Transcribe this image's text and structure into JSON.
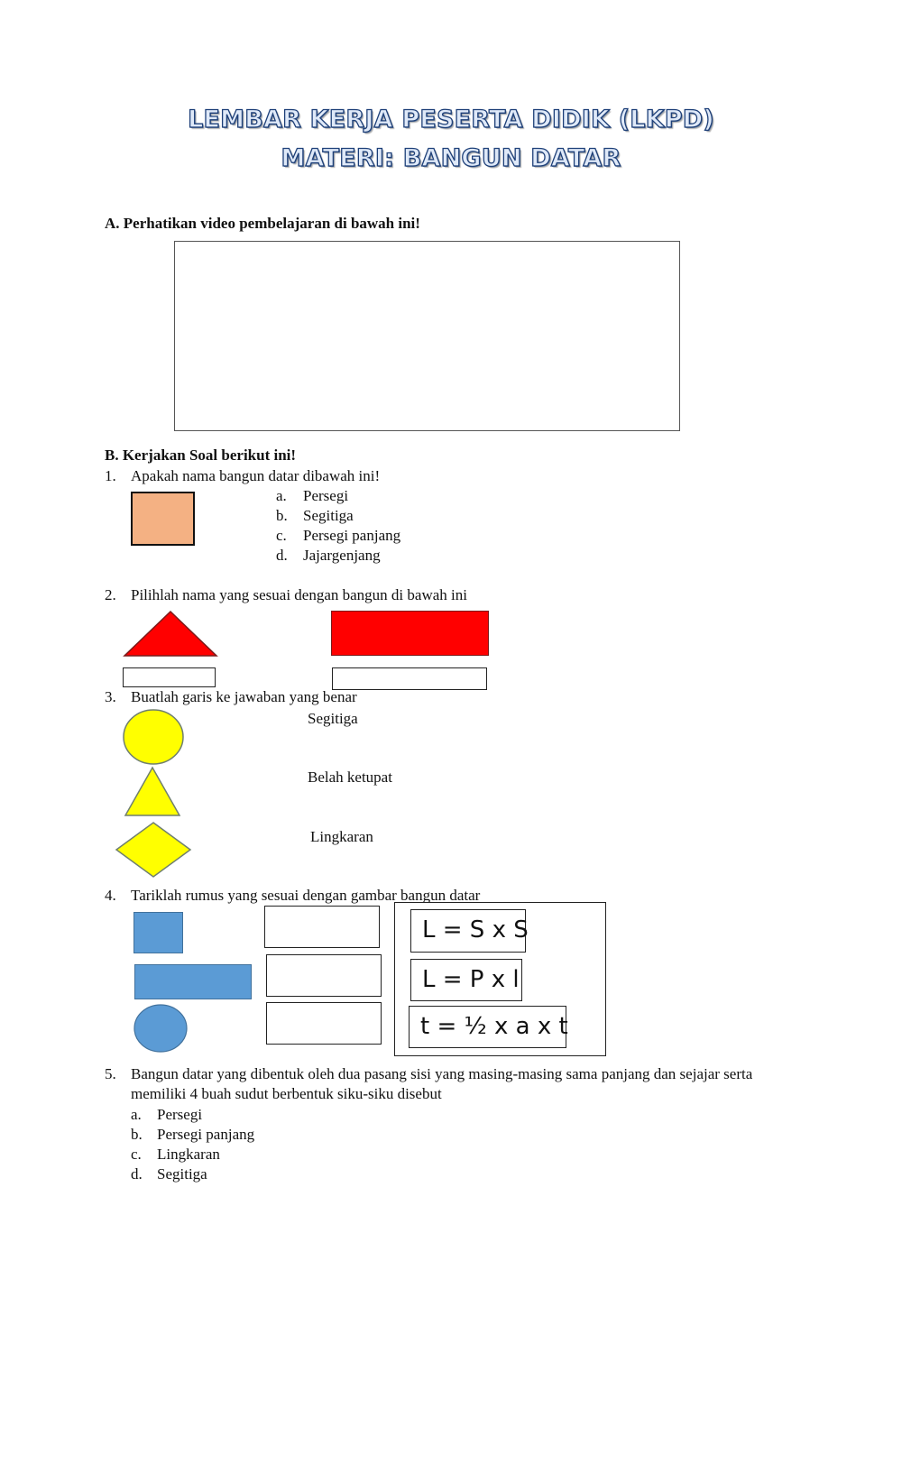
{
  "header": {
    "title_line1": "LEMBAR KERJA PESERTA DIDIK (LKPD)",
    "title_line2": "MATERI: BANGUN DATAR"
  },
  "section_a": {
    "heading": "A. Perhatikan video pembelajaran di bawah ini!"
  },
  "section_b": {
    "heading": "B. Kerjakan Soal berikut ini!",
    "q1": {
      "number": "1.",
      "text": "Apakah nama bangun datar dibawah ini!",
      "options": [
        {
          "letter": "a.",
          "text": "Persegi"
        },
        {
          "letter": "b.",
          "text": "Segitiga"
        },
        {
          "letter": "c.",
          "text": "Persegi panjang"
        },
        {
          "letter": "d.",
          "text": "Jajargenjang"
        }
      ],
      "shape_color": "#f4b183"
    },
    "q2": {
      "number": "2.",
      "text": "Pilihlah nama yang sesuai dengan bangun di bawah ini",
      "shape_color": "#ff0000"
    },
    "q3": {
      "number": "3.",
      "text": "Buatlah garis ke jawaban yang benar",
      "answers": [
        "Segitiga",
        "Belah ketupat",
        "Lingkaran"
      ],
      "shape_color": "#ffff00"
    },
    "q4": {
      "number": "4.",
      "text": "Tariklah rumus yang sesuai dengan gambar bangun datar",
      "formulas": [
        "L = S x S",
        "L = P x l",
        "t = ½ x a x t"
      ],
      "shape_color": "#5b9bd5"
    },
    "q5": {
      "number": "5.",
      "text_line1": "Bangun datar yang dibentuk oleh dua pasang sisi yang masing-masing sama panjang dan sejajar serta",
      "text_line2": "memiliki 4 buah sudut berbentuk siku-siku disebut",
      "options": [
        {
          "letter": "a.",
          "text": "Persegi"
        },
        {
          "letter": "b.",
          "text": "Persegi panjang"
        },
        {
          "letter": "c.",
          "text": "Lingkaran"
        },
        {
          "letter": "d.",
          "text": "Segitiga"
        }
      ]
    }
  }
}
